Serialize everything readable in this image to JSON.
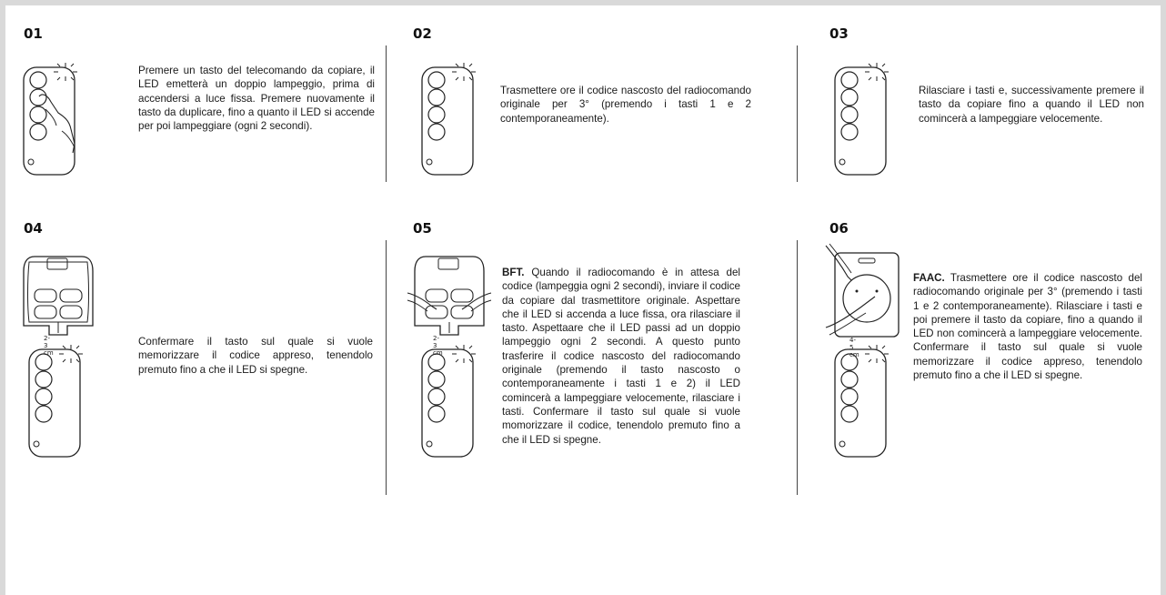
{
  "steps": [
    {
      "number": "01",
      "text": "Premere un tasto del telecomando da copiare,  il LED emetterà un doppio lampeggio, prima di accendersi a luce fissa. Premere nuovamente il tasto da duplicare, fino a quanto il LED si accende per poi lampeggiare (ogni 2 secondi)."
    },
    {
      "number": "02",
      "text": "Trasmettere ore il codice nascosto del radiocomando originale per 3° (premendo i tasti 1 e 2 contemporaneamente)."
    },
    {
      "number": "03",
      "text": "Rilasciare i tasti e, successivamente premere il tasto da copiare fino a quando il LED non comincerà a lampeggiare velocemente."
    },
    {
      "number": "04",
      "text": "Confermare il tasto sul quale si vuole memorizzare il codice appreso, tenendolo premuto fino a che il LED si spegne.",
      "dimension": "2-3 cm"
    },
    {
      "number": "05",
      "lead": "BFT.",
      "text": " Quando il radiocomando è in attesa del codice (lampeggia ogni 2 secondi), inviare il codice da copiare dal trasmettitore originale. Aspettare che il LED si accenda a luce fissa, ora rilasciare il tasto. Aspettaare che il LED passi ad un doppio lampeggio ogni 2 secondi. A questo punto trasferire il codice nascosto del radiocomando originale  (premendo il tasto nascosto o contemporaneamente i tasti 1 e 2) il LED comincerà a lampeggiare velocemente, rilasciare i tasti. Confermare il tasto sul quale si vuole momorizzare il codice, tenendolo premuto fino a che  il LED si spegne.",
      "dimension": "2-3 cm"
    },
    {
      "number": "06",
      "lead": "FAAC.",
      "text": " Trasmettere ore il codice nascosto del radiocomando originale per 3° (premendo i tasti 1 e 2 contemporaneamente). Rilasciare i tasti e poi premere il tasto da copiare, fino a quando il LED non comincerà a lampeggiare velocemente. Confermare il tasto sul quale si vuole memorizzare il codice appreso, tenendolo premuto fino a che il LED si spegne.",
      "dimension": "4-5 cm"
    }
  ]
}
